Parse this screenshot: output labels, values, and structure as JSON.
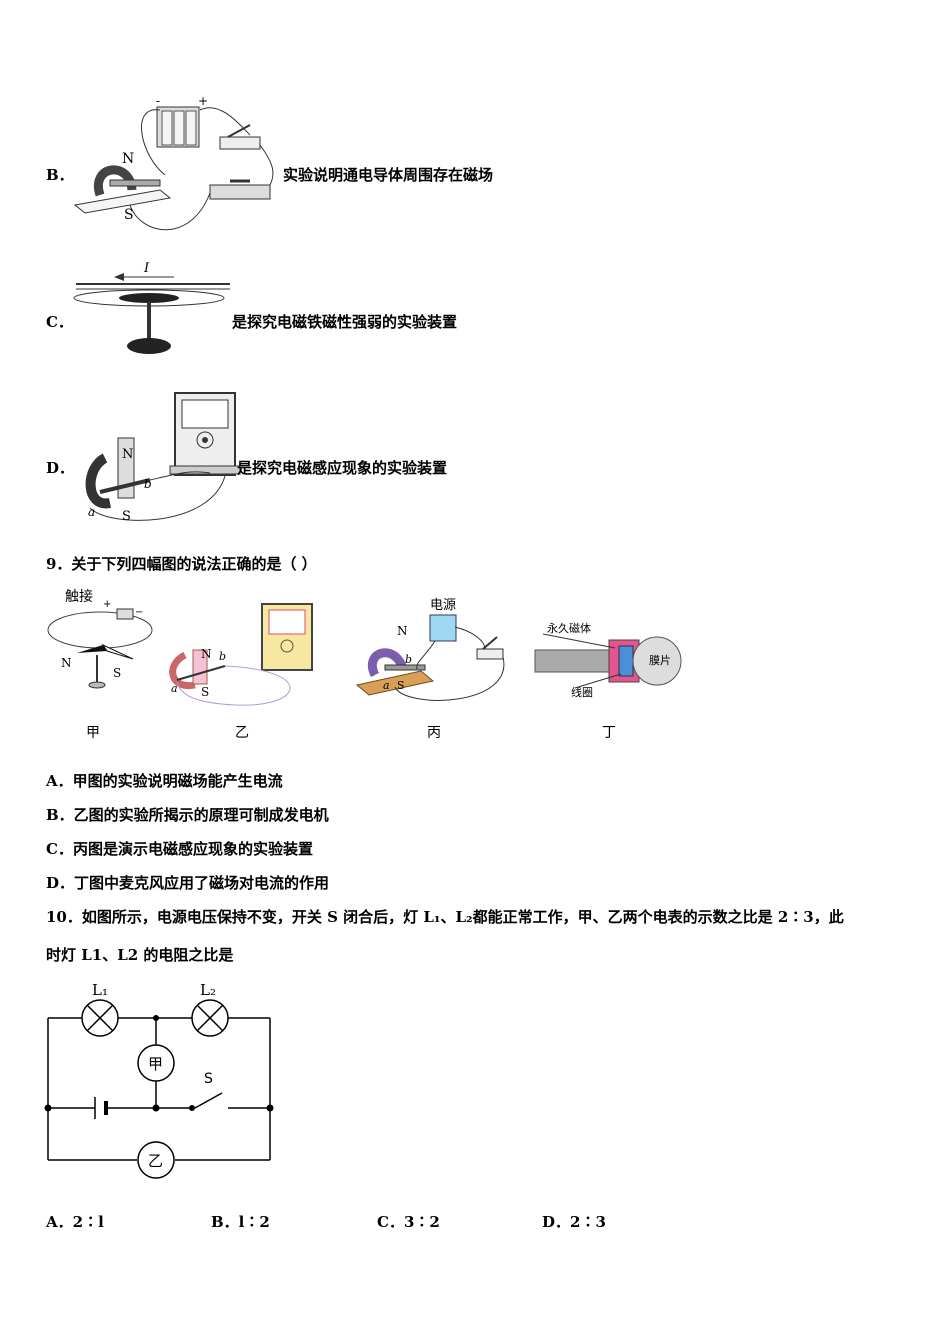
{
  "options_prev": {
    "b": {
      "letter": "B．",
      "text": "实验说明通电导体周围存在磁场"
    },
    "c": {
      "letter": "C．",
      "text": "是探究电磁铁磁性强弱的实验装置"
    },
    "d": {
      "letter": "D．",
      "text": "是探究电磁感应现象的实验装置"
    }
  },
  "fig_prev": {
    "b_neg": "-",
    "b_pos": "+",
    "b_n": "N",
    "b_s": "S",
    "c_current": "I",
    "d_n": "N",
    "d_s": "S",
    "d_a": "a",
    "d_b": "b"
  },
  "q9": {
    "stem": "9．关于下列四幅图的说法正确的是（ ）",
    "fig_jia_touch": "触接",
    "fig_jia_plus": "+",
    "fig_jia_minus": "−",
    "fig_jia_n": "N",
    "fig_jia_s": "S",
    "fig_yi_n": "N",
    "fig_yi_s": "S",
    "fig_yi_a": "a",
    "fig_yi_b": "b",
    "fig_bing_power": "电源",
    "fig_bing_n": "N",
    "fig_bing_s": "S",
    "fig_bing_a": "a",
    "fig_bing_b": "b",
    "fig_ding_magnet": "永久磁体",
    "fig_ding_coil": "线圈",
    "fig_ding_diaphragm": "膜片",
    "captions": [
      "甲",
      "乙",
      "丙",
      "丁"
    ],
    "options": [
      "A．甲图的实验说明磁场能产生电流",
      "B．乙图的实验所揭示的原理可制成发电机",
      "C．丙图是演示电磁感应现象的实验装置",
      "D．丁图中麦克风应用了磁场对电流的作用"
    ]
  },
  "q10": {
    "stem_line1": "10．如图所示，电源电压保持不变，开关 S 闭合后，灯 L₁、L₂都能正常工作，甲、乙两个电表的示数之比是 2∶3，此",
    "stem_line2": "时灯 L1、L2 的电阻之比是",
    "circuit": {
      "l1": "L₁",
      "l2": "L₂",
      "meter_jia": "甲",
      "meter_yi": "乙",
      "switch": "S"
    },
    "options": [
      "A．2∶l",
      "B．l∶2",
      "C．3∶2",
      "D．2∶3"
    ]
  }
}
